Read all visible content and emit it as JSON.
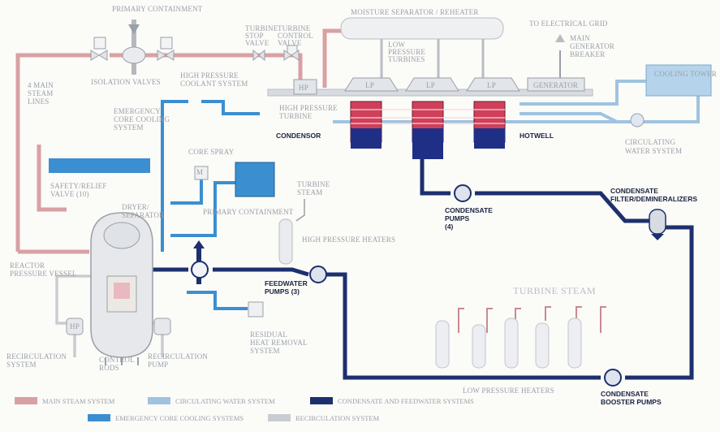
{
  "colors": {
    "main_steam": "#d9a0a3",
    "circulating_water": "#9fc3e0",
    "condensate_feedwater": "#1d2f6e",
    "emergency_core_cooling": "#3b8fd0",
    "recirculation": "#c9ccd0",
    "condenser_red": "#d0405a",
    "condenser_blue": "#1f2f85"
  },
  "labels": {
    "primary_containment_top": "PRIMARY CONTAINMENT",
    "moisture_separator": "MOISTURE SEPARATOR / REHEATER",
    "to_grid": "TO ELECTRICAL GRID",
    "main_generator_breaker": [
      "MAIN",
      "GENERATOR",
      "BREAKER"
    ],
    "turbine_stop_valve": [
      "TURBINE",
      "STOP",
      "VALVE"
    ],
    "turbine_control_valve": [
      "TURBINE",
      "CONTROL",
      "VALVE"
    ],
    "low_pressure_turbines": [
      "LOW",
      "PRESSURE",
      "TURBINES"
    ],
    "main_steam_lines": [
      "4 MAIN",
      "STEAM",
      "LINES"
    ],
    "isolation_valves": "ISOLATION VALVES",
    "high_pressure_coolant": [
      "HIGH PRESSURE",
      "COOLANT SYSTEM"
    ],
    "high_pressure_turbine": [
      "HIGH PRESSURE",
      "TURBINE"
    ],
    "hp_box": "HP",
    "lp_boxes": [
      "LP",
      "LP",
      "LP"
    ],
    "generator_box": "GENERATOR",
    "cooling_tower": "COOLING TOWER",
    "condensor": "CONDENSOR",
    "hotwell": "HOTWELL",
    "circulating_water_system": [
      "CIRCULATING",
      "WATER SYSTEM"
    ],
    "emergency_core_cooling": [
      "EMERGENCY",
      "CORE COOLING",
      "SYSTEM"
    ],
    "core_spray": "CORE SPRAY",
    "safety_relief_valve": [
      "SAFETY/RELIEF",
      "VALVE (10)"
    ],
    "dryer_separator": [
      "DRYER/",
      "SEPARATOR"
    ],
    "primary_containment_mid": "PRIMARY CONTAINMENT",
    "turbine_steam_small": [
      "TURBINE",
      "STEAM"
    ],
    "high_pressure_heaters": "HIGH PRESSURE HEATERS",
    "condensate_pumps": [
      "CONDENSATE",
      "PUMPS",
      "(4)"
    ],
    "condensate_filter": [
      "CONDENSATE",
      "FILTER/DEMINERALIZERS"
    ],
    "reactor_pressure_vessel": [
      "REACTOR",
      "PRESSURE VESSEL"
    ],
    "feedwater_pumps": [
      "FEEDWATER",
      "PUMPS (3)"
    ],
    "turbine_steam_big": "TURBINE STEAM",
    "residual_heat_removal": [
      "RESIDUAL",
      "HEAT REMOVAL",
      "SYSTEM"
    ],
    "recirculation_system": [
      "RECIRCULATION",
      "SYSTEM"
    ],
    "control_rods": [
      "CONTROL",
      "RODS"
    ],
    "recirculation_pump": [
      "RECIRCULATION",
      "PUMP"
    ],
    "low_pressure_heaters": "LOW PRESSURE HEATERS",
    "condensate_booster_pumps": [
      "CONDENSATE",
      "BOOSTER PUMPS"
    ],
    "mark_m": "M",
    "mark_hp": "HP"
  },
  "legend": [
    {
      "label": "MAIN STEAM SYSTEM",
      "color": "#d9a0a3"
    },
    {
      "label": "CIRCULATING WATER SYSTEM",
      "color": "#9fc3e0"
    },
    {
      "label": "CONDENSATE AND FEEDWATER SYSTEMS",
      "color": "#1d2f6e"
    },
    {
      "label": "EMERGENCY CORE COOLING SYSTEMS",
      "color": "#3b8fd0"
    },
    {
      "label": "RECIRCULATION SYSTEM",
      "color": "#c9ccd0"
    }
  ]
}
